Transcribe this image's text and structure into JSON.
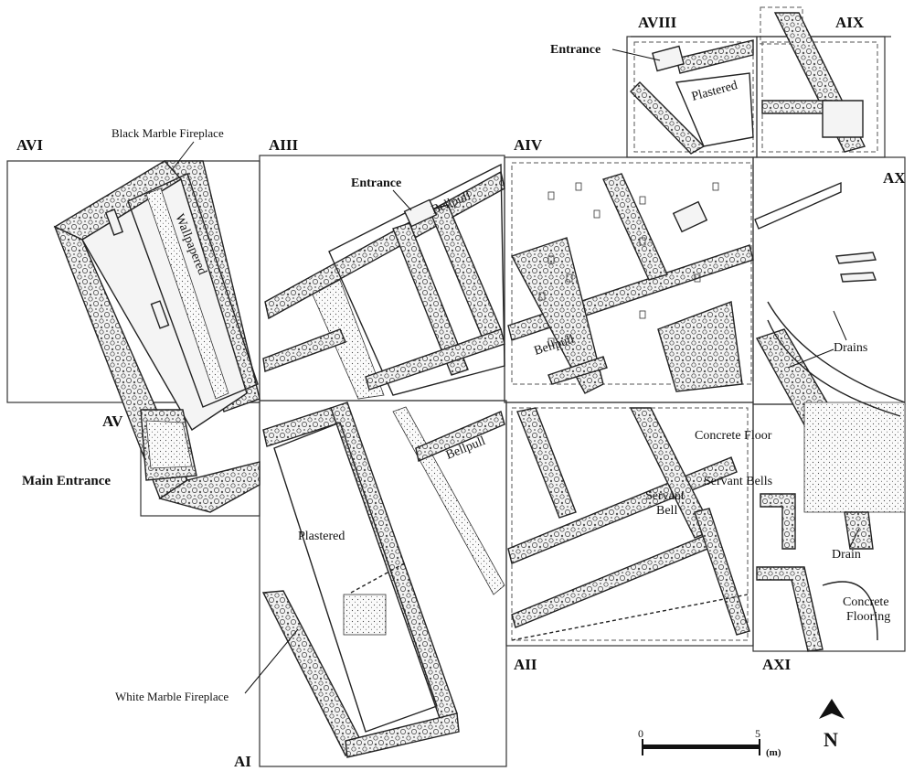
{
  "grid_labels": {
    "AVI": "AVI",
    "AIII": "AIII",
    "AIV": "AIV",
    "AVIII": "AVIII",
    "AIX": "AIX",
    "AX": "AX",
    "AV": "AV",
    "AI": "AI",
    "AII": "AII",
    "AXI": "AXI"
  },
  "annotations": {
    "black_marble_fireplace": "Black Marble Fireplace",
    "wallpapered": "Wallpapered",
    "entrance_aiii": "Entrance",
    "bellpull_aiii": "Bellpull",
    "entrance_aviii": "Entrance",
    "plastered_aviii": "Plastered",
    "bellpull_aiv": "Bellpull",
    "drains": "Drains",
    "main_entrance": "Main Entrance",
    "plastered_ai": "Plastered",
    "bellpull_ai": "Bellpull",
    "concrete_floor": "Concrete Floor",
    "servant_bells": "Servant Bells",
    "servant_bell_line1": "Servant",
    "servant_bell_line2": "Bell",
    "drain": "Drain",
    "concrete_flooring_line1": "Concrete",
    "concrete_flooring_line2": "Flooring",
    "white_marble_fireplace": "White Marble Fireplace"
  },
  "scale_bar": {
    "start": "0",
    "end": "5",
    "unit": "(m)"
  },
  "north_arrow": {
    "label": "N",
    "icon": "north-arrow-icon"
  }
}
